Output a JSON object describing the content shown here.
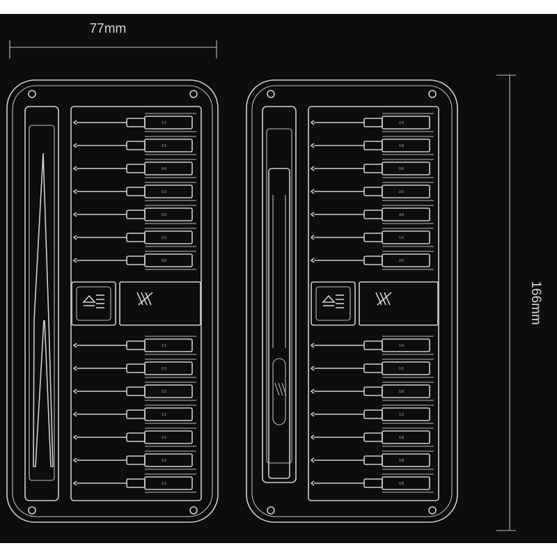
{
  "dimensions": {
    "width_label": "77mm",
    "height_label": "166mm"
  },
  "brand_mark": "JJF",
  "left_case": {
    "top_bits": [
      "1.5",
      "1.5",
      "0.6",
      "1.5",
      "2.0",
      "2.5",
      "0.8"
    ],
    "bottom_bits": [
      "1.5",
      "1.5",
      "2.5",
      "1.5",
      "1.5",
      "1.5",
      "1.5"
    ]
  },
  "right_case": {
    "top_bits": [
      "2.0",
      "0.8",
      "0.6",
      "2.0",
      "3.5",
      "1.5",
      "2.5"
    ],
    "bottom_bits": [
      "1.5",
      "1.5",
      "0.8",
      "1.5",
      "0.8",
      "0.8",
      "0.8"
    ]
  },
  "icons": [
    "eject-icon",
    "jjf-logo-icon"
  ]
}
